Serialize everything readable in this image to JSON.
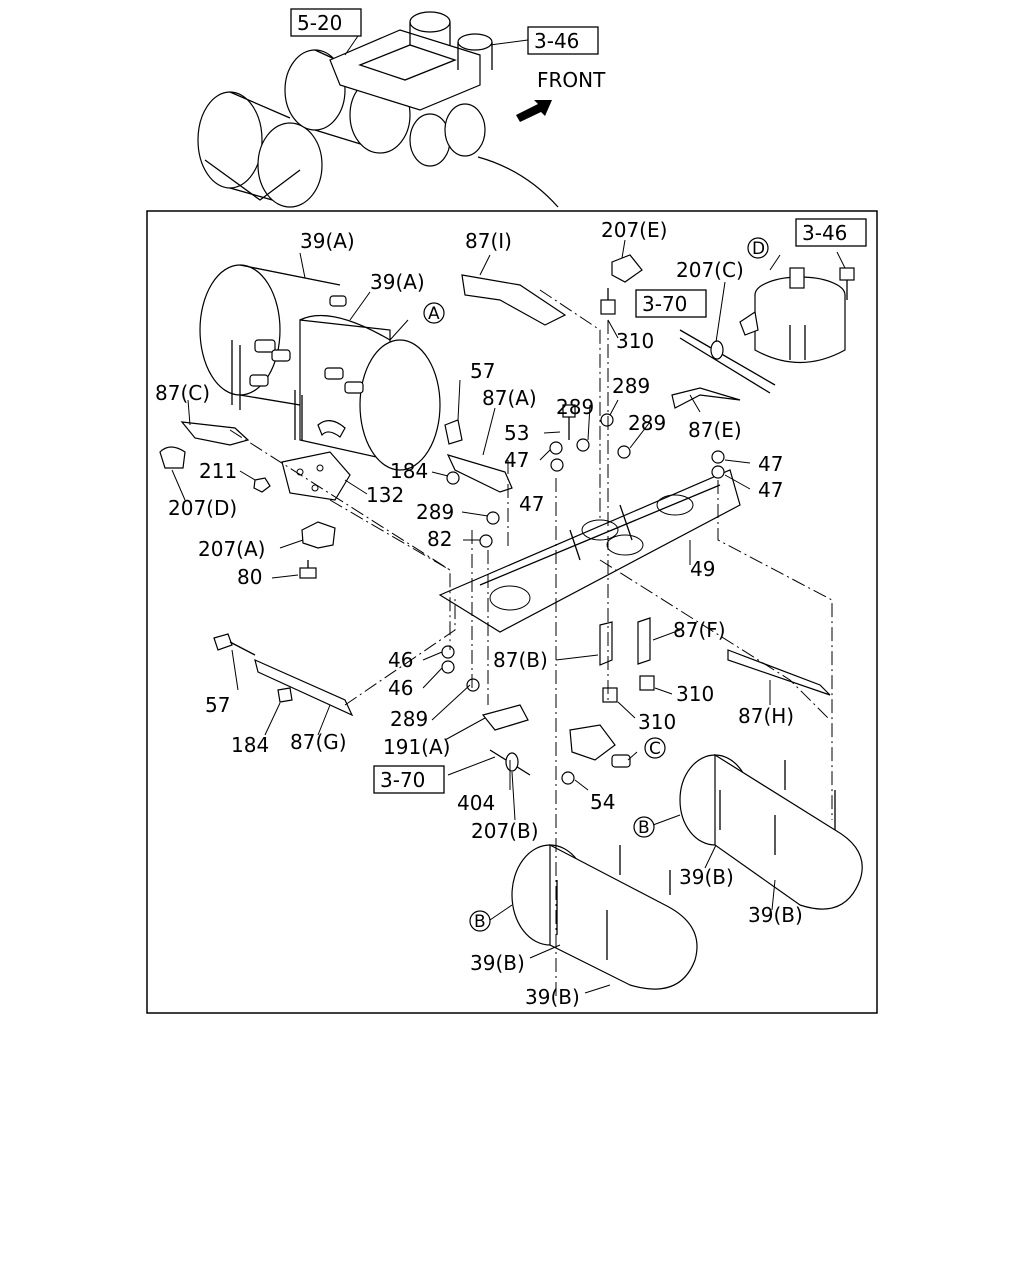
{
  "refs": {
    "r_5_20": "5-20",
    "r_3_46_top": "3-46",
    "r_3_46_right": "3-46",
    "r_3_70_top": "3-70",
    "r_3_70_bottom": "3-70"
  },
  "front_label": "FRONT",
  "callouts": {
    "A": "A",
    "B1": "B",
    "B2": "B",
    "C": "C",
    "D": "D"
  },
  "parts": {
    "p39A_1": "39(A)",
    "p39A_2": "39(A)",
    "p87I": "87(I)",
    "p207E": "207(E)",
    "p207C": "207(C)",
    "p310_top": "310",
    "p87C": "87(C)",
    "p57_top": "57",
    "p87A": "87(A)",
    "p289_a": "289",
    "p289_b": "289",
    "p289_c": "289",
    "p53": "53",
    "p47_a": "47",
    "p47_b": "47",
    "p47_c": "47",
    "p47_d": "47",
    "p87E": "87(E)",
    "p211": "211",
    "p184_top": "184",
    "p132": "132",
    "p207D": "207(D)",
    "p289_d": "289",
    "p82": "82",
    "p207A": "207(A)",
    "p49": "49",
    "p80": "80",
    "p87F": "87(F)",
    "p46_a": "46",
    "p46_b": "46",
    "p87B": "87(B)",
    "p310_b": "310",
    "p310_c": "310",
    "p57_bottom": "57",
    "p289_e": "289",
    "p87H": "87(H)",
    "p184_bottom": "184",
    "p87G": "87(G)",
    "p191A": "191(A)",
    "p404": "404",
    "p54": "54",
    "p207B": "207(B)",
    "p39B_1": "39(B)",
    "p39B_2": "39(B)",
    "p39B_3": "39(B)",
    "p39B_4": "39(B)"
  }
}
